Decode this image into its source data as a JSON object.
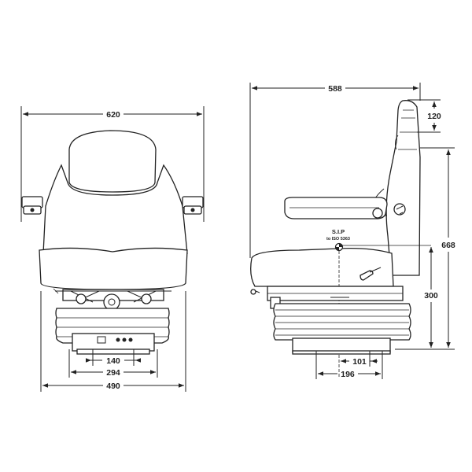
{
  "front_view": {
    "dim_width_total": "620",
    "dim_bottom_outer": "490",
    "dim_base_294": "294",
    "dim_base_140": "140"
  },
  "side_view": {
    "dim_depth": "588",
    "dim_headrest": "120",
    "dim_height_total": "668",
    "dim_height_300": "300",
    "dim_base_196": "196",
    "dim_base_101": "101",
    "sip_label": "S.I.P",
    "sip_standard": "to ISO 5363"
  }
}
